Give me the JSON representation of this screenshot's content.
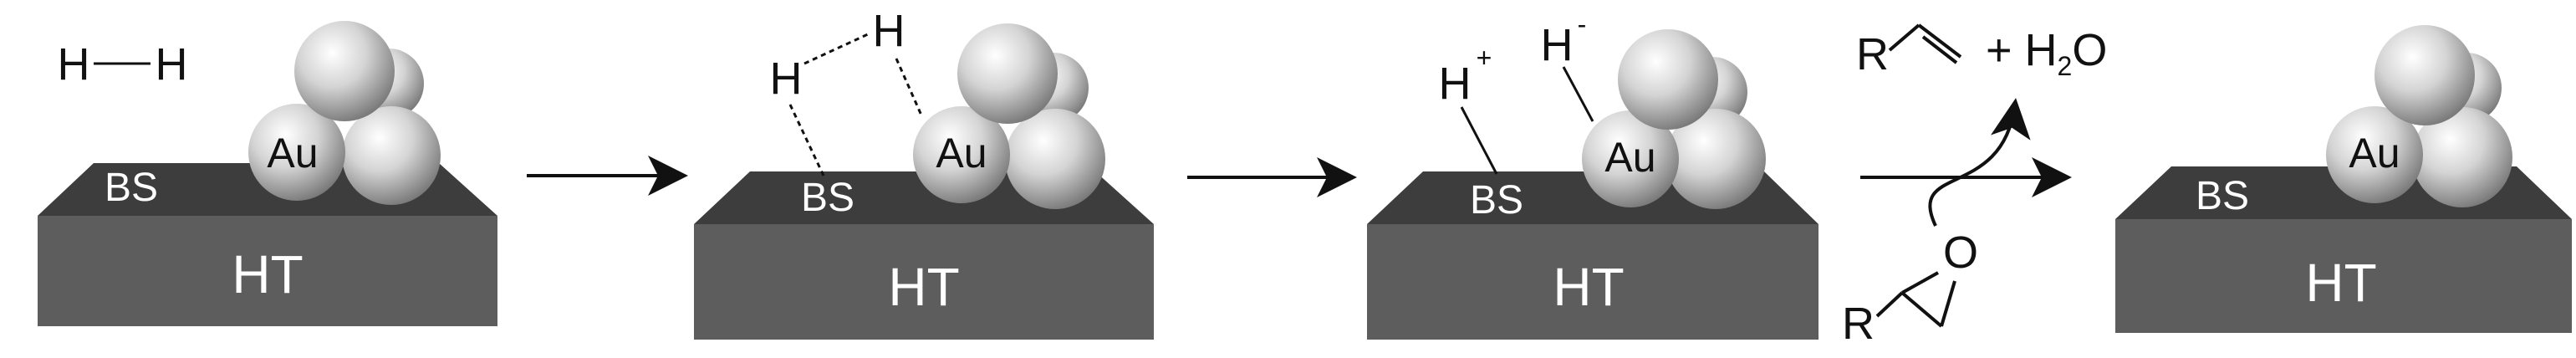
{
  "stages": [
    {
      "support_label": "HT",
      "site_label": "BS",
      "metal_label": "Au",
      "molecule": {
        "atom1": "H",
        "atom2": "H"
      }
    },
    {
      "support_label": "HT",
      "site_label": "BS",
      "metal_label": "Au",
      "molecule": {
        "atom1": "H",
        "atom2": "H"
      }
    },
    {
      "support_label": "HT",
      "site_label": "BS",
      "metal_label": "Au",
      "proton": {
        "symbol": "H",
        "charge": "+"
      },
      "hydride": {
        "symbol": "H",
        "charge": "-"
      }
    },
    {
      "support_label": "HT",
      "site_label": "BS",
      "metal_label": "Au"
    }
  ],
  "reaction": {
    "reactant_group": "R",
    "reactant_atom": "O",
    "product_group": "R",
    "plus": "+ H",
    "water_subscript": "2",
    "water_tail": "O"
  },
  "colors": {
    "support_front": "#5d5d5d",
    "support_top": "#3d3d3d",
    "sphere_light": "#ffffff",
    "sphere_mid": "#d4d4d4",
    "sphere_dark": "#6f6f6f",
    "ink": "#111111"
  }
}
